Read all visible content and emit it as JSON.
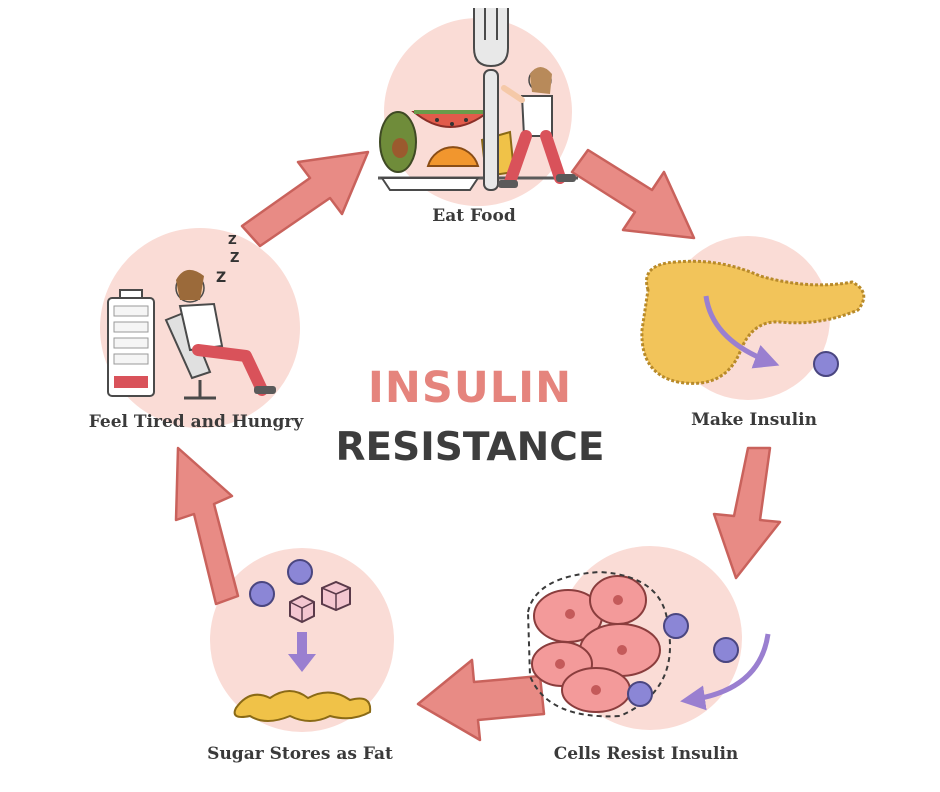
{
  "title": {
    "line1": "INSULIN",
    "line2": "RESISTANCE"
  },
  "stages": {
    "eat_food": "Eat Food",
    "make_insulin": "Make Insulin",
    "cells_resist": "Cells Resist Insulin",
    "sugar_fat": "Sugar Stores as Fat",
    "tired_hungry": "Feel Tired and Hungry"
  },
  "sleep_text": "Z Z Z",
  "colors": {
    "circle_bg": "#fadcd6",
    "arrow_fill": "#e88b85",
    "arrow_stroke": "#c9625c",
    "title_accent": "#e5847d",
    "title_dark": "#3d3d3d",
    "insulin_dot": "#8b86d6",
    "purple_arrow": "#a48ad6",
    "pancreas": "#f2c45a",
    "fat": "#f0c248",
    "cell_fill": "#f39a9a"
  },
  "icons": [
    "fork-icon",
    "fruit-plate-icon",
    "person-walking-icon",
    "pancreas-icon",
    "insulin-molecule-icon",
    "cells-cluster-icon",
    "sugar-cube-icon",
    "fat-blob-icon",
    "battery-icon",
    "sleeping-person-icon"
  ]
}
